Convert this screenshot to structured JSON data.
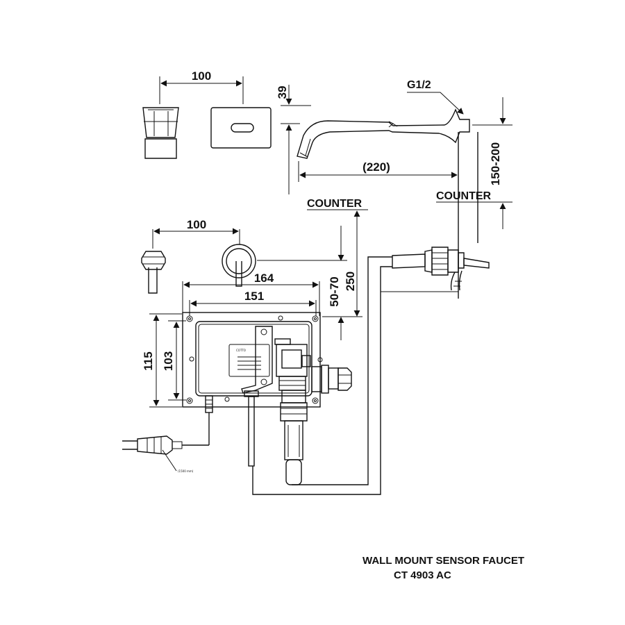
{
  "dimensions": {
    "top_spacing": "100",
    "height_39": "39",
    "spout_reach": "(220)",
    "spout_height": "150-200",
    "handle_spacing": "100",
    "box_outer_width": "164",
    "box_inner_width": "151",
    "box_outer_height": "115",
    "box_inner_height": "103",
    "depth_range": "50-70",
    "depth_250": "250"
  },
  "labels": {
    "thread": "G1/2",
    "counter_left": "COUNTER",
    "counter_right": "COUNTER",
    "cable_note": "(1500 mm)"
  },
  "title": {
    "line1": "WALL MOUNT SENSOR FAUCET",
    "line2": "CT 4903 AC"
  }
}
